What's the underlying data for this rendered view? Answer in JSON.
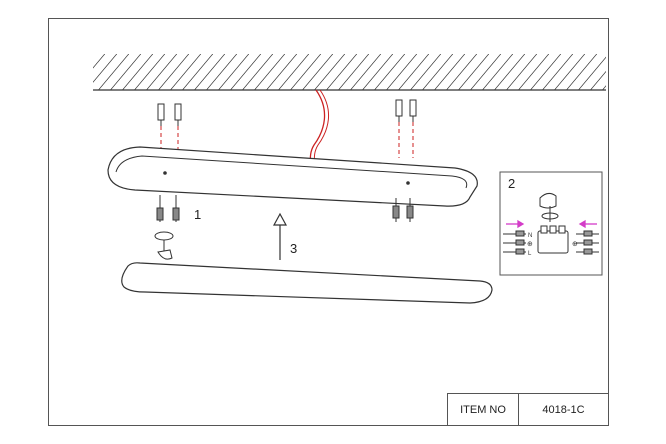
{
  "steps": {
    "s1": "1",
    "s2": "2",
    "s3": "3"
  },
  "terminal_labels": {
    "n": "N",
    "earth": "⊕",
    "l": "L"
  },
  "item": {
    "label": "ITEM NO",
    "value": "4018-1C"
  },
  "colors": {
    "line": "#333333",
    "wire": "#cc2222",
    "arrow_pink": "#d43cc8"
  }
}
